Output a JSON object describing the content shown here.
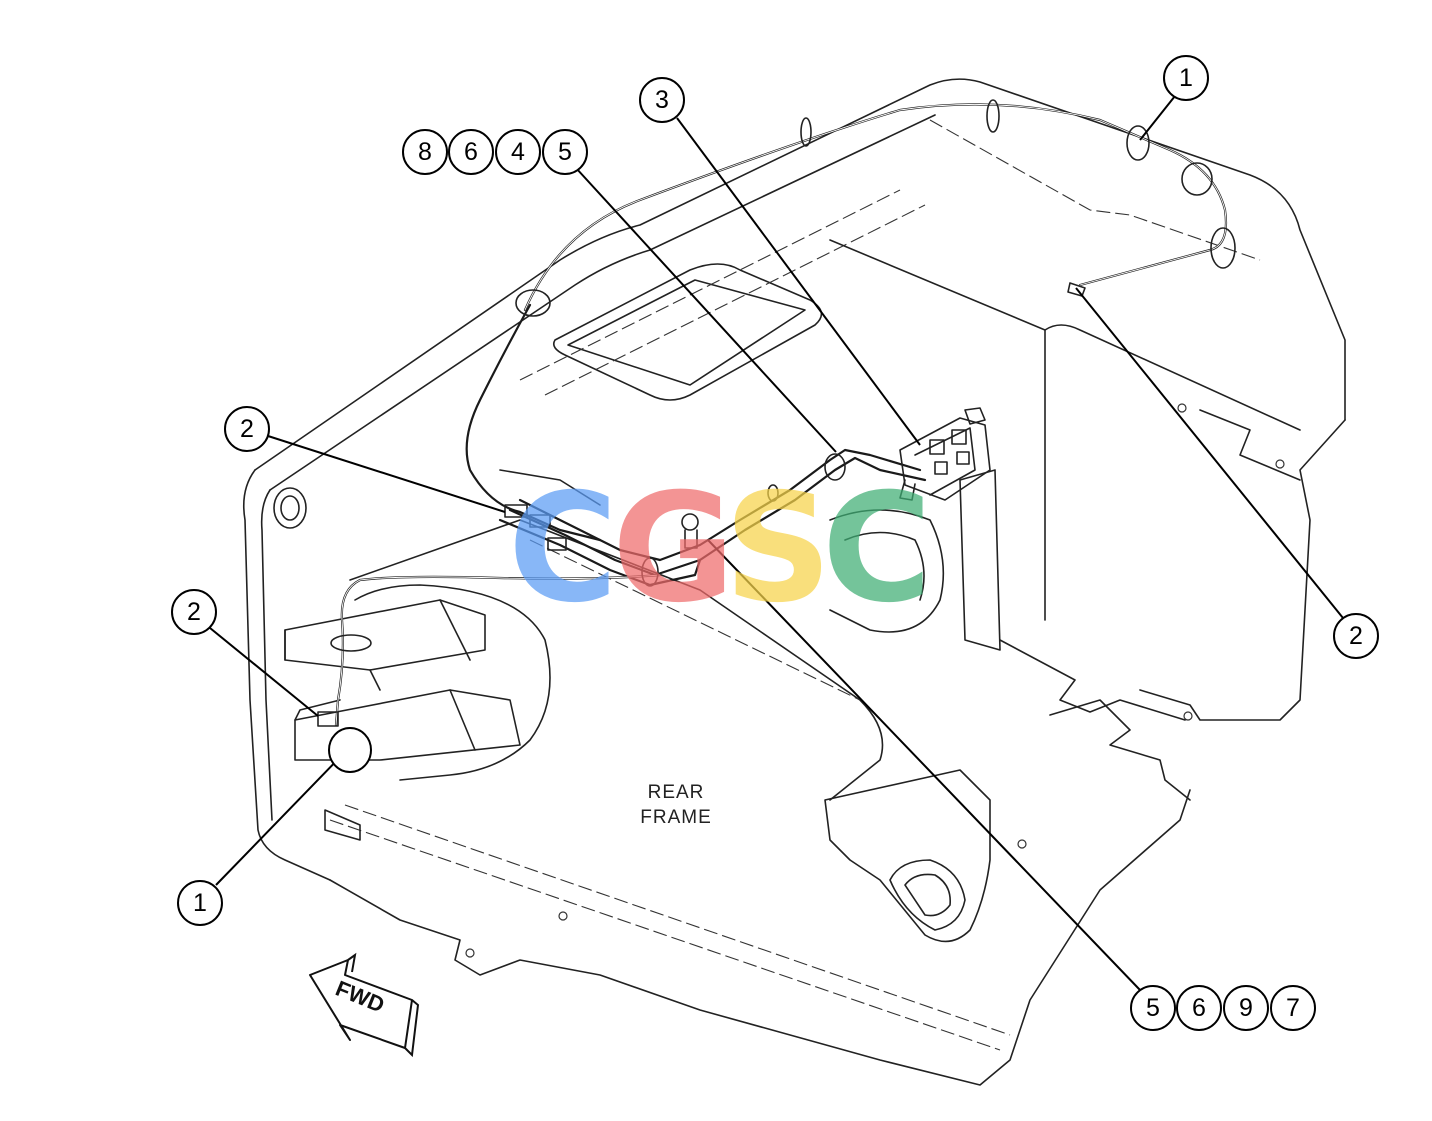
{
  "diagram": {
    "frame_label_line1": "REAR",
    "frame_label_line2": "FRAME",
    "direction_label": "FWD",
    "callouts": [
      {
        "id": "c1",
        "label": "1"
      },
      {
        "id": "c2",
        "label": "3"
      },
      {
        "id": "c3",
        "label": "8"
      },
      {
        "id": "c4",
        "label": "6"
      },
      {
        "id": "c5",
        "label": "4"
      },
      {
        "id": "c6",
        "label": "5"
      },
      {
        "id": "c7",
        "label": "2"
      },
      {
        "id": "c8",
        "label": "2"
      },
      {
        "id": "c9",
        "label": "2"
      },
      {
        "id": "c10",
        "label": "1"
      },
      {
        "id": "c11",
        "label": "5"
      },
      {
        "id": "c12",
        "label": "6"
      },
      {
        "id": "c13",
        "label": "9"
      },
      {
        "id": "c14",
        "label": "7"
      }
    ]
  },
  "watermark": {
    "letters": [
      "C",
      "G",
      "S",
      "C"
    ],
    "colors": [
      "#5b9cf5",
      "#ef6b6b",
      "#f7d44a",
      "#3fae74"
    ]
  },
  "colors": {
    "line": "#222222",
    "background": "#ffffff"
  }
}
